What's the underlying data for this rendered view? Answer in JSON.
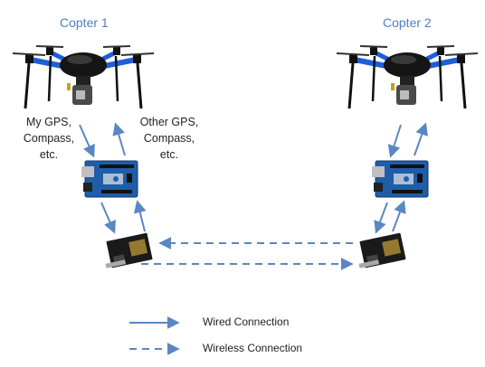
{
  "copters": [
    {
      "title": "Copter 1",
      "label_left": [
        "My GPS,",
        "Compass,",
        "etc."
      ],
      "label_right": [
        "Other GPS,",
        "Compass,",
        "etc."
      ]
    },
    {
      "title": "Copter 2"
    }
  ],
  "legend": {
    "wired": "Wired Connection",
    "wireless": "Wireless Connection"
  },
  "colors": {
    "arrow": "#5b86c4",
    "title": "#4f81bd",
    "drone_arm": "#1d5fd8",
    "board": "#1f5da8",
    "radio": "#1a1a1a"
  }
}
